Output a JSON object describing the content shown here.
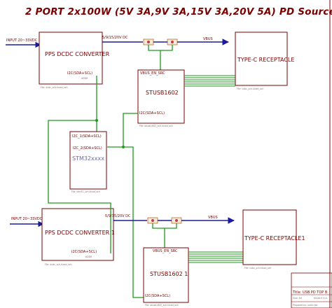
{
  "title": "2 PORT 2x100W (5V 3A,9V 3A,15V 3A,20V 5A) PD Source Circuit",
  "port1": {
    "input_label": "INPUT 20~33VDC",
    "converter_title": "PPS DCDC CONVERTER",
    "converter_pin": "I2C(SDA+SCL)",
    "converter_subpin": "ADDR",
    "converter_file": "File: dcdc_sch.kicad_sch",
    "rail_label": "5/9/15/20V DC",
    "vbus_label": "VBUS",
    "stusb_title": "STUSB1602",
    "stusb_vbus_pin": "VBUS_EN_SRC",
    "stusb_i2c_pin": "I2C(SDA+SCL)",
    "stusb_file": "File: stusb1602_sch.kicad_sch",
    "typec_title": "TYPE-C RECEPTACLE",
    "typec_file": "File: usbc_sch.kicad_sch"
  },
  "mcu": {
    "pin1": "I2C_1(SDA+SCL)",
    "pin2": "I2C_2(SDA+SCL)",
    "title": "STM32xxxx",
    "file": "File: stm32_sch.kicad_sch"
  },
  "port2": {
    "input_label": "INPUT 20~33VDC",
    "converter_title": "PPS DCDC CONVERTER 1",
    "converter_pin": "I2C(SDA+SCL)",
    "converter_subpin": "ADDR",
    "converter_file": "File: dcdc_sch.kicad_sch",
    "rail_label": "5/9/15/20V DC",
    "vbus_label": "VBUS",
    "stusb_title": "STUSB1602 1",
    "stusb_vbus_pin": "VBUS_EN_SRC",
    "stusb_i2c_pin": "I2C(SDA+SCL)",
    "stusb_file": "File: stusb1602_sch.kicad_sch",
    "typec_title": "TYPE-C RECEPTACLE1",
    "typec_file": "File: usbc_sch.kicad_sch"
  },
  "title_block": {
    "title_label": "Title: USB PD TOP B",
    "size_label": "Size: A4",
    "kicad_label": "KiCad E.D.A.",
    "prepared_label": "Prepared by: justin ker"
  },
  "colors": {
    "sheet_border": "#7a0000",
    "wire": "#1d9a1d",
    "bus": "#1b1b9a",
    "text": "#7a0000",
    "mosfet": "#b07030"
  }
}
